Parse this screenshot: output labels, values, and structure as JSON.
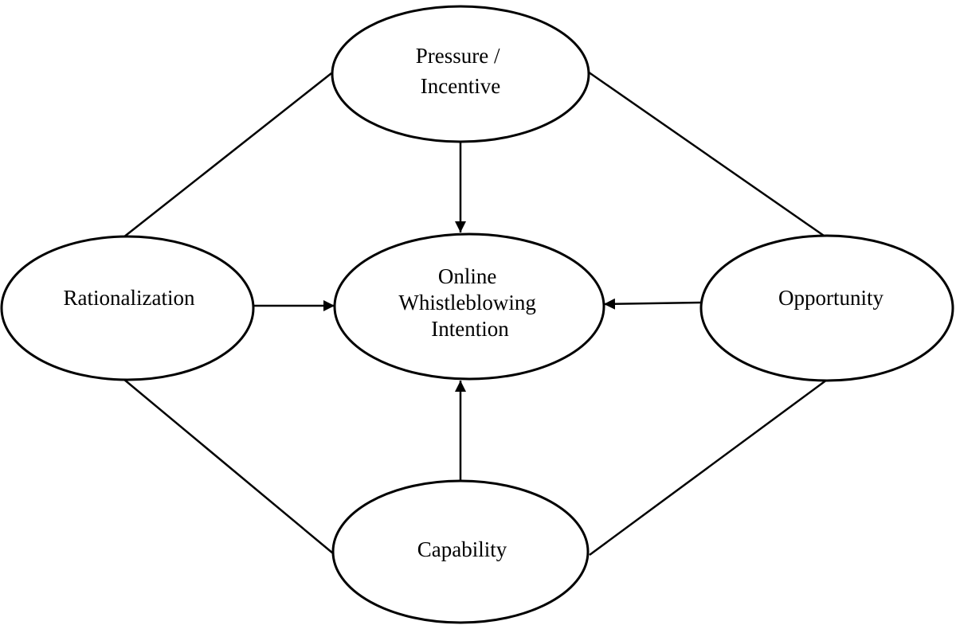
{
  "diagram": {
    "nodes": {
      "pressure": {
        "lines": [
          "Pressure /",
          "Incentive"
        ]
      },
      "rationalization": {
        "lines": [
          "Rationalization"
        ]
      },
      "center": {
        "lines": [
          "Online",
          "Whistleblowing",
          "Intention"
        ]
      },
      "opportunity": {
        "lines": [
          "Opportunity"
        ]
      },
      "capability": {
        "lines": [
          "Capability"
        ]
      }
    },
    "connections": [
      {
        "from": "pressure",
        "to": "rationalization",
        "type": "line"
      },
      {
        "from": "pressure",
        "to": "opportunity",
        "type": "line"
      },
      {
        "from": "rationalization",
        "to": "capability",
        "type": "line"
      },
      {
        "from": "opportunity",
        "to": "capability",
        "type": "line"
      },
      {
        "from": "pressure",
        "to": "center",
        "type": "arrow"
      },
      {
        "from": "rationalization",
        "to": "center",
        "type": "arrow"
      },
      {
        "from": "opportunity",
        "to": "center",
        "type": "arrow"
      },
      {
        "from": "capability",
        "to": "center",
        "type": "arrow"
      }
    ],
    "colors": {
      "stroke": "#000000",
      "background": "#ffffff"
    }
  }
}
